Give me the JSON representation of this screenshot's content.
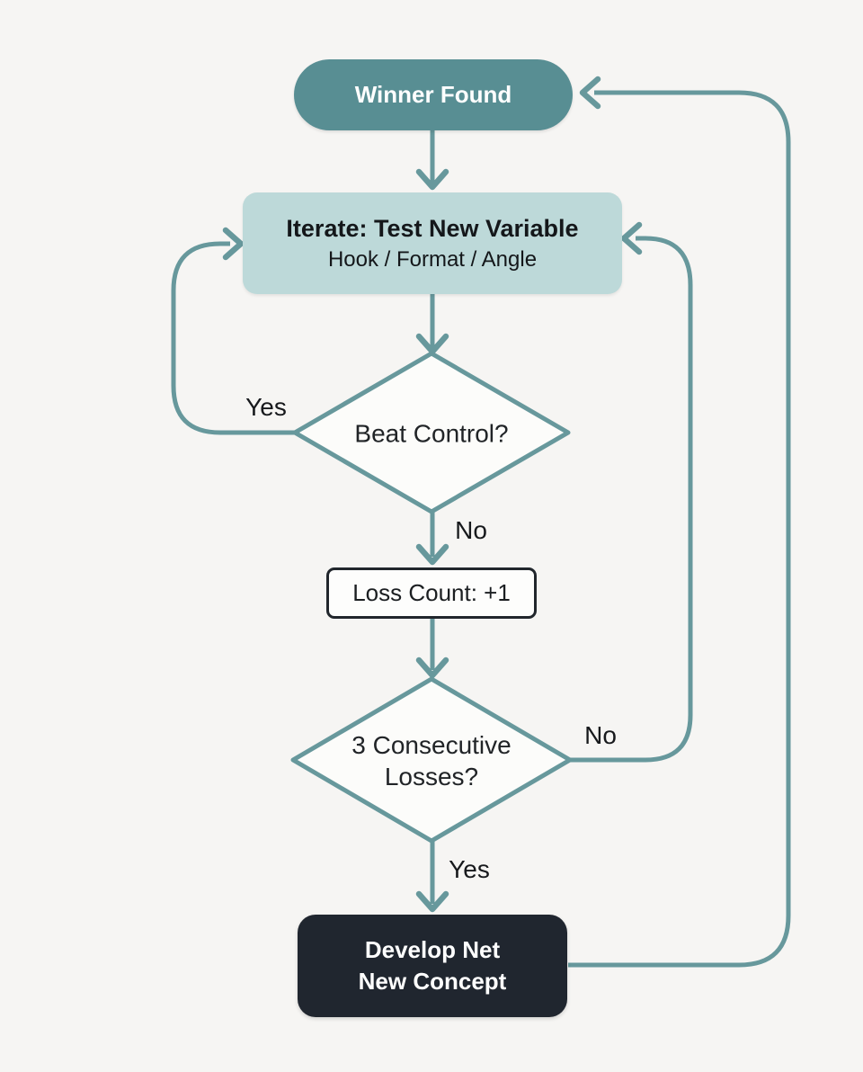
{
  "diagram": {
    "type": "flowchart",
    "background_color": "#f6f5f3",
    "accent_color": "#67989c",
    "nodes": [
      {
        "id": "winner-found",
        "type": "terminator",
        "label": "Winner Found",
        "fill": "#588e93",
        "text_color": "#ffffff"
      },
      {
        "id": "iterate",
        "type": "process",
        "label": "Iterate: Test New Variable",
        "sublabel": "Hook / Format / Angle",
        "fill": "#bdd9d9",
        "text_color": "#14171a"
      },
      {
        "id": "beat-control",
        "type": "decision",
        "label": "Beat Control?",
        "fill": "#fcfcfa",
        "stroke": "#67989c"
      },
      {
        "id": "loss-count",
        "type": "process",
        "label": "Loss Count: +1",
        "fill": "#fdfdfc",
        "stroke": "#21262c"
      },
      {
        "id": "three-consecutive-losses",
        "type": "decision",
        "label_line1": "3 Consecutive",
        "label_line2": "Losses?",
        "fill": "#fcfcfa",
        "stroke": "#67989c"
      },
      {
        "id": "develop-net-new-concept",
        "type": "terminator",
        "label_line1": "Develop Net",
        "label_line2": "New Concept",
        "fill": "#20262f",
        "text_color": "#ffffff"
      }
    ],
    "edges": [
      {
        "from": "winner-found",
        "to": "iterate",
        "label": ""
      },
      {
        "from": "iterate",
        "to": "beat-control",
        "label": ""
      },
      {
        "from": "beat-control",
        "to": "iterate",
        "label": "Yes"
      },
      {
        "from": "beat-control",
        "to": "loss-count",
        "label": "No"
      },
      {
        "from": "loss-count",
        "to": "three-consecutive-losses",
        "label": ""
      },
      {
        "from": "three-consecutive-losses",
        "to": "iterate",
        "label": "No"
      },
      {
        "from": "three-consecutive-losses",
        "to": "develop-net-new-concept",
        "label": "Yes"
      },
      {
        "from": "develop-net-new-concept",
        "to": "winner-found",
        "label": ""
      }
    ]
  }
}
